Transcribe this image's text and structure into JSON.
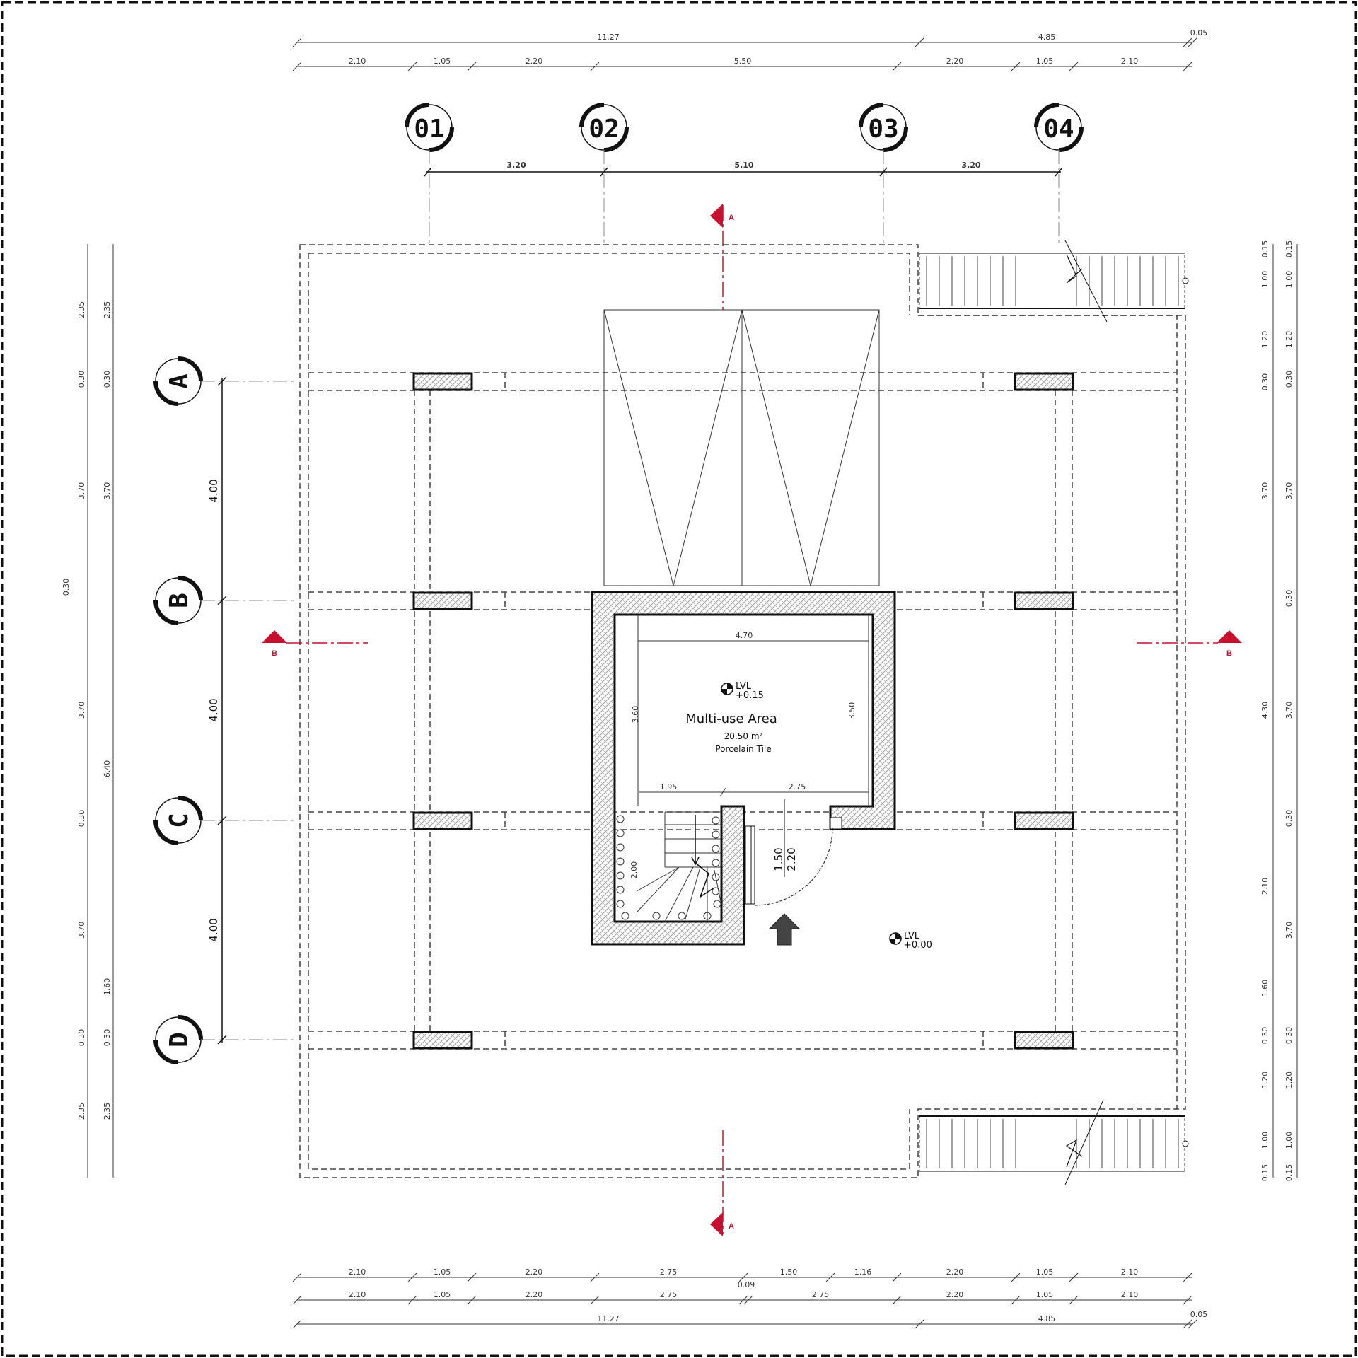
{
  "top_dims_row1": [
    "11.27",
    "4.85",
    "0.05"
  ],
  "top_dims_row2": [
    "2.10",
    "1.05",
    "2.20",
    "5.50",
    "2.20",
    "1.05",
    "2.10"
  ],
  "grid_columns": [
    "01",
    "02",
    "03",
    "04"
  ],
  "grid_column_spacing": [
    "3.20",
    "5.10",
    "3.20"
  ],
  "grid_rows": [
    "A",
    "B",
    "C",
    "D"
  ],
  "grid_row_spacing": [
    "4.00",
    "4.00",
    "4.00"
  ],
  "left_dims_outer": [
    "2.35",
    "0.30",
    "3.70",
    "0.30",
    "3.70",
    "0.30",
    "3.70",
    "0.30",
    "2.35"
  ],
  "left_dims_inner": [
    "2.35",
    "0.30",
    "3.70",
    "6.40",
    "1.60",
    "0.30",
    "2.35"
  ],
  "right_dims_outer": [
    "0.15",
    "1.00",
    "1.20",
    "0.30",
    "3.70",
    "4.30",
    "2.10",
    "1.60",
    "0.30",
    "1.20",
    "1.00",
    "0.15"
  ],
  "right_dims_inner": [
    "0.15",
    "1.00",
    "1.20",
    "0.30",
    "3.70",
    "0.30",
    "3.70",
    "0.30",
    "3.70",
    "0.30",
    "1.20",
    "1.00",
    "0.15"
  ],
  "bottom_dims_row1": [
    "2.10",
    "1.05",
    "2.20",
    "2.75",
    "1.50",
    "1.16",
    "2.20",
    "1.05",
    "2.10"
  ],
  "bottom_dims_row2": [
    "2.10",
    "1.05",
    "2.20",
    "2.75",
    "0.09",
    "2.75",
    "2.20",
    "1.05",
    "2.10"
  ],
  "bottom_dims_row3": [
    "11.27",
    "4.85",
    "0.05"
  ],
  "section_markers": {
    "vertical": "A",
    "horizontal": "B"
  },
  "room": {
    "name": "Multi-use Area",
    "area": "20.50 m²",
    "finish": "Porcelain Tile",
    "width_dim": "4.70",
    "left_dim": "3.60",
    "right_dim": "3.50",
    "bottom_left_dim": "1.95",
    "bottom_right_dim": "2.75",
    "stair_dim": "2.00"
  },
  "door_dims": [
    "1.50",
    "2.20"
  ],
  "levels": [
    {
      "label": "LVL",
      "value": "+0.15"
    },
    {
      "label": "LVL",
      "value": "+0.00"
    }
  ],
  "colors": {
    "section_red": "#c8102e",
    "line": "#111111",
    "hatch": "#bbbbbb"
  }
}
